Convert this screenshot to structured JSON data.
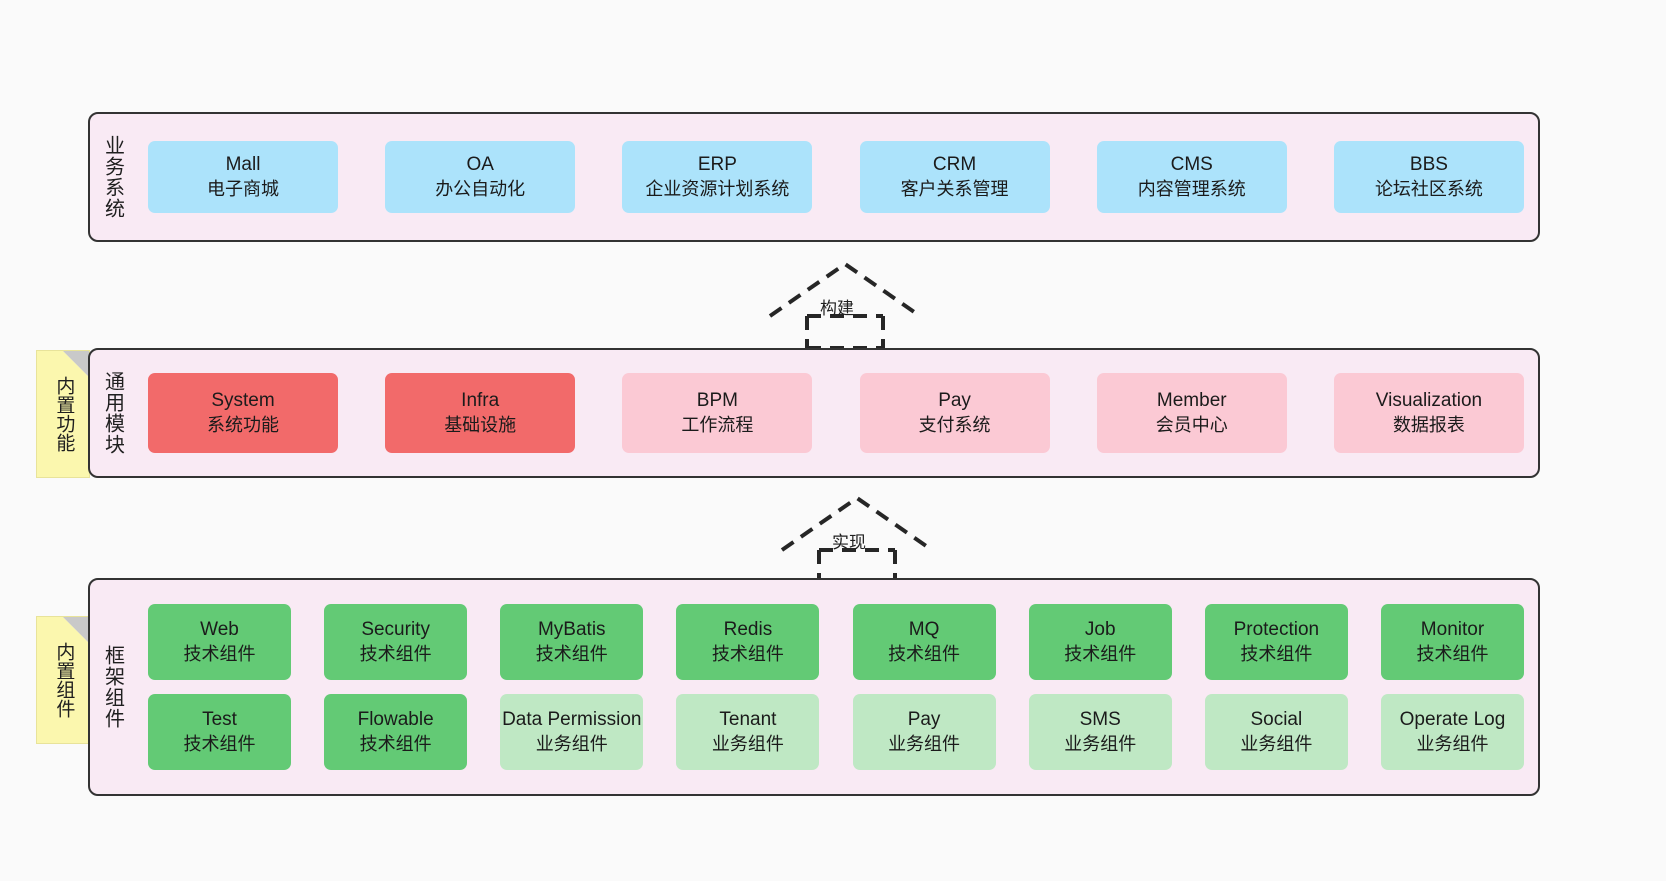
{
  "diagram": {
    "title": "",
    "background": "#fafafa",
    "colors": {
      "band_fill": "#f9eaf4",
      "band_border": "#333333",
      "business_cell": "#ace3fb",
      "module_core": "#f26a6a",
      "module_optional": "#fbc9d4",
      "tech_component": "#63ca75",
      "biz_component": "#bfe8c4",
      "note_fill": "#fbf7ae"
    }
  },
  "layers": {
    "business": {
      "title": "业务系统",
      "items": [
        {
          "name": "Mall",
          "desc": "电子商城"
        },
        {
          "name": "OA",
          "desc": "办公自动化"
        },
        {
          "name": "ERP",
          "desc": "企业资源计划系统"
        },
        {
          "name": "CRM",
          "desc": "客户关系管理"
        },
        {
          "name": "CMS",
          "desc": "内容管理系统"
        },
        {
          "name": "BBS",
          "desc": "论坛社区系统"
        }
      ]
    },
    "common": {
      "title": "通用模块",
      "note": "内置功能",
      "items": [
        {
          "name": "System",
          "desc": "系统功能"
        },
        {
          "name": "Infra",
          "desc": "基础设施"
        },
        {
          "name": "BPM",
          "desc": "工作流程"
        },
        {
          "name": "Pay",
          "desc": "支付系统"
        },
        {
          "name": "Member",
          "desc": "会员中心"
        },
        {
          "name": "Visualization",
          "desc": "数据报表"
        }
      ]
    },
    "framework": {
      "title": "框架组件",
      "note": "内置组件",
      "row1": [
        {
          "name": "Web",
          "desc": "技术组件"
        },
        {
          "name": "Security",
          "desc": "技术组件"
        },
        {
          "name": "MyBatis",
          "desc": "技术组件"
        },
        {
          "name": "Redis",
          "desc": "技术组件"
        },
        {
          "name": "MQ",
          "desc": "技术组件"
        },
        {
          "name": "Job",
          "desc": "技术组件"
        },
        {
          "name": "Protection",
          "desc": "技术组件"
        },
        {
          "name": "Monitor",
          "desc": "技术组件"
        }
      ],
      "row2": [
        {
          "name": "Test",
          "desc": "技术组件"
        },
        {
          "name": "Flowable",
          "desc": "技术组件"
        },
        {
          "name": "Data Permission",
          "desc": "业务组件"
        },
        {
          "name": "Tenant",
          "desc": "业务组件"
        },
        {
          "name": "Pay",
          "desc": "业务组件"
        },
        {
          "name": "SMS",
          "desc": "业务组件"
        },
        {
          "name": "Social",
          "desc": "业务组件"
        },
        {
          "name": "Operate Log",
          "desc": "业务组件"
        }
      ]
    }
  },
  "connectors": [
    {
      "id": "build",
      "label": "构建",
      "from": "common",
      "to": "business",
      "style": "dashed-hollow-arrow-up"
    },
    {
      "id": "implement",
      "label": "实现",
      "from": "framework",
      "to": "common",
      "style": "dashed-hollow-arrow-up"
    }
  ]
}
